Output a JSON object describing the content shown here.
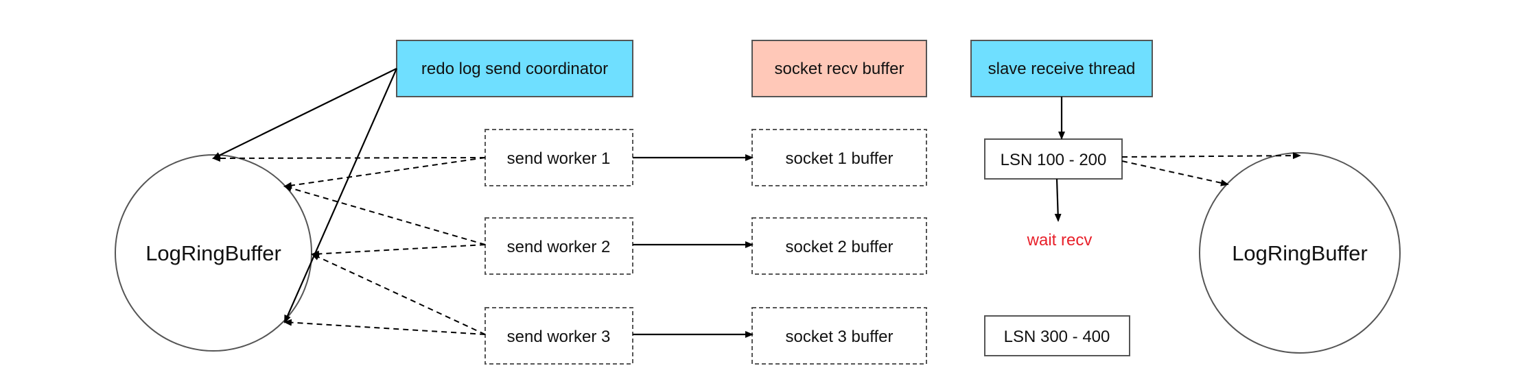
{
  "diagram": {
    "colors": {
      "thread_fill": "#6fdfff",
      "buffer_fill": "#ffc8b8",
      "wait_text": "#e8202a"
    },
    "nodes": {
      "left_ring": "LogRingBuffer",
      "right_ring": "LogRingBuffer",
      "coordinator": "redo log send  coordinator",
      "recv_buffer": "socket  recv buffer",
      "receive_thread": "slave receive thread",
      "worker_1": "send  worker 1",
      "worker_2": "send  worker 2",
      "worker_3": "send  worker 3",
      "socket_1": "socket 1 buffer",
      "socket_2": "socket 2 buffer",
      "socket_3": "socket 3 buffer",
      "lsn_1": "LSN 100 - 200",
      "lsn_2": "LSN 300 - 400",
      "wait_recv": "wait recv"
    }
  }
}
